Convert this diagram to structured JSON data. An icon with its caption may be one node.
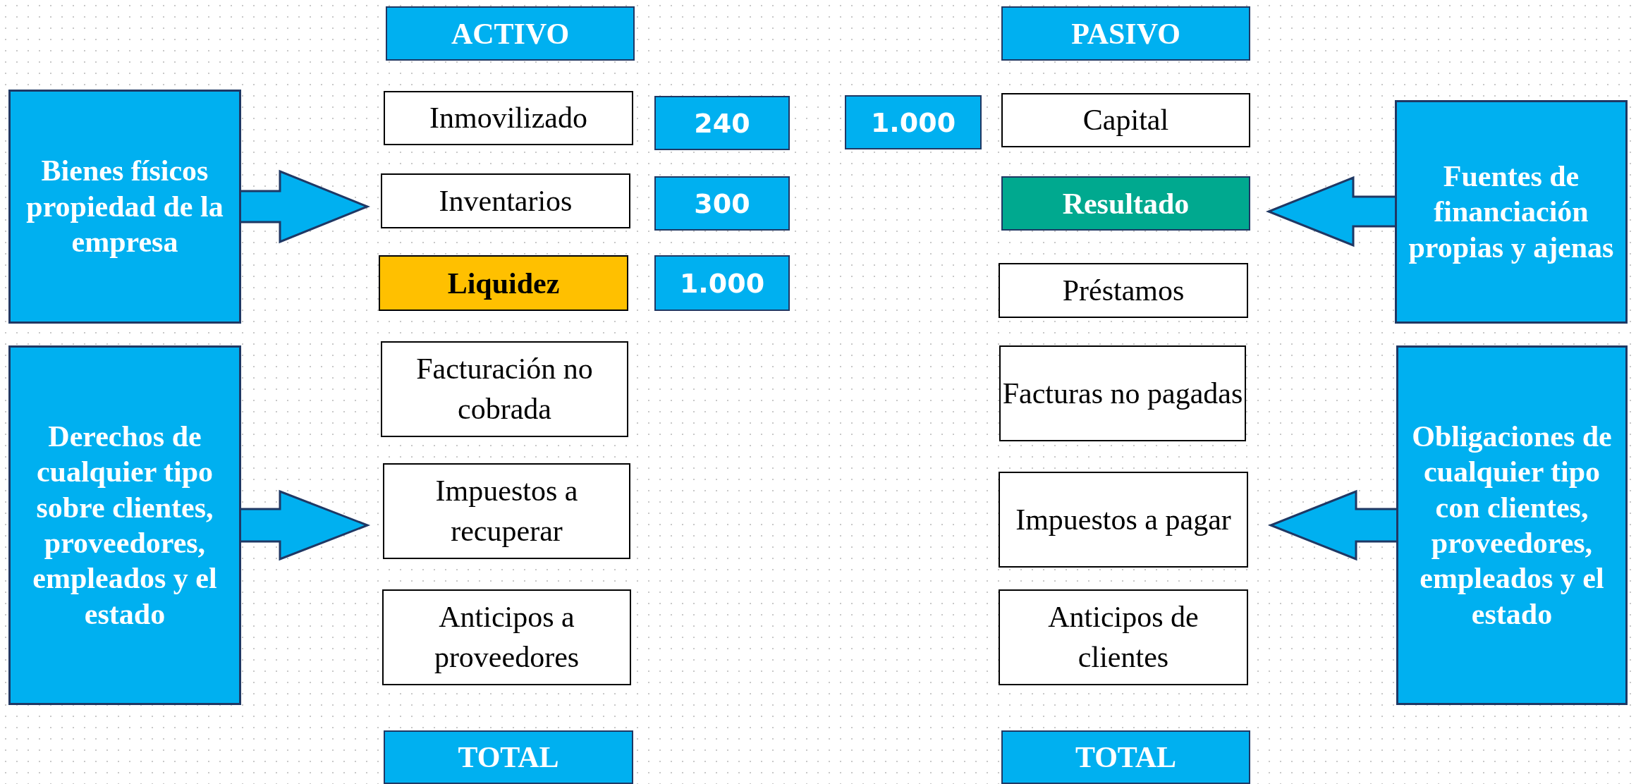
{
  "diagram": {
    "nodes": [
      {
        "text": [
          "ACTIVO"
        ]
      },
      {
        "text": [
          "PASIVO"
        ]
      },
      {
        "text": [
          "Bienes físicos propiedad de la empresa"
        ]
      },
      {
        "text": [
          "Inmovilizado"
        ]
      },
      {
        "text": [
          "240"
        ]
      },
      {
        "text": [
          "1.000"
        ]
      },
      {
        "text": [
          "Capital"
        ]
      },
      {
        "text": [
          "Fuentes de financiación propias y ajenas"
        ]
      },
      {
        "text": [
          "Inventarios"
        ]
      },
      {
        "text": [
          "300"
        ]
      },
      {
        "text": [
          "Resultado"
        ]
      },
      {
        "text": [
          "Liquidez"
        ]
      },
      {
        "text": [
          "1.000"
        ]
      },
      {
        "text": [
          "Préstamos"
        ]
      },
      {
        "text": [
          "Derechos de cualquier tipo sobre clientes, proveedores, empleados y el estado"
        ]
      },
      {
        "text": [
          "Facturación no cobrada"
        ]
      },
      {
        "text": [
          "Facturas no pagadas"
        ]
      },
      {
        "text": [
          "Obligaciones de cualquier tipo con clientes, proveedores, empleados y el estado"
        ]
      },
      {
        "text": [
          "Impuestos a recuperar"
        ]
      },
      {
        "text": [
          "Impuestos a pagar"
        ]
      },
      {
        "text": [
          "Anticipos a proveedores"
        ]
      },
      {
        "text": [
          "Anticipos de clientes"
        ]
      },
      {
        "text": [
          "TOTAL"
        ]
      },
      {
        "text": [
          "TOTAL"
        ]
      }
    ],
    "edges": [
      {
        "from": 2,
        "to": null,
        "arrow": "to"
      },
      {
        "from": 7,
        "to": null,
        "arrow": "to"
      },
      {
        "from": 14,
        "to": null,
        "arrow": "to"
      },
      {
        "from": 17,
        "to": null,
        "arrow": "to"
      }
    ]
  }
}
